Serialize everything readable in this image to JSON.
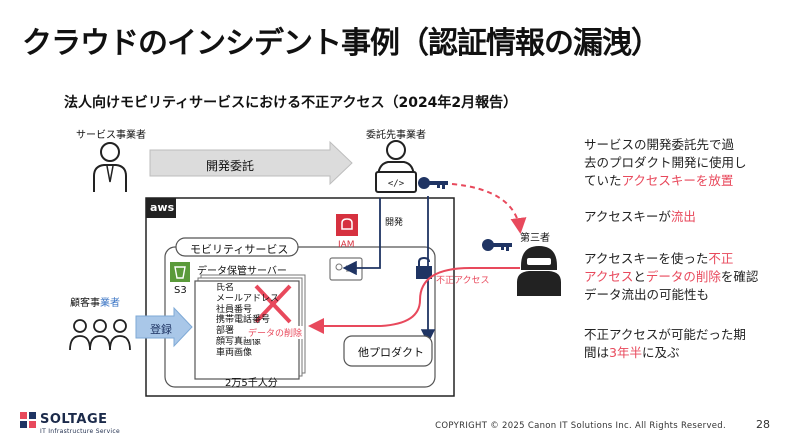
{
  "slide": {
    "title": "クラウドのインシデント事例（認証情報の漏洩）",
    "subtitle": "法人向けモビリティサービスにおける不正アクセス（2024年2月報告）",
    "page_number": "28",
    "copyright": "COPYRIGHT © 2025 Canon IT Solutions Inc. All Rights Reserved."
  },
  "logo": {
    "name": "SOLTAGE",
    "tagline": "IT Infrastructure Service"
  },
  "diagram": {
    "service_provider": "サービス事業者",
    "contractor": "委託先事業者",
    "dev_outsourcing": "開発委託",
    "third_party": "第三者",
    "customer_prefix": "顧客事",
    "customer_suffix": "業者",
    "register": "登録",
    "aws": "aws",
    "mobility_service": "モビリティサービス",
    "s3": "S3",
    "data_server": "データ保管サーバー",
    "iam": "IAM",
    "dev": "開発",
    "unauthorized_access": "不正アクセス",
    "other_product": "他プロダクト",
    "data_items": [
      "氏名",
      "メールアドレス",
      "社員番号",
      "携帯電話番号",
      "部署",
      "顔写真画像",
      "車両画像"
    ],
    "data_deletion": "データの削除",
    "record_count": "2万5千人分"
  },
  "bullets": [
    {
      "parts": [
        {
          "t": "サービスの開発委託先で過",
          "h": false
        },
        {
          "t": "\n",
          "h": false
        },
        {
          "t": "去のプロダクト開発に使用し",
          "h": false
        },
        {
          "t": "\n",
          "h": false
        },
        {
          "t": "ていた",
          "h": false
        },
        {
          "t": "アクセスキーを放置",
          "h": true
        }
      ]
    },
    {
      "parts": [
        {
          "t": "アクセスキーが",
          "h": false
        },
        {
          "t": "流出",
          "h": true
        }
      ]
    },
    {
      "parts": [
        {
          "t": "アクセスキーを使った",
          "h": false
        },
        {
          "t": "不正",
          "h": true
        },
        {
          "t": "\n",
          "h": false
        },
        {
          "t": "アクセス",
          "h": true
        },
        {
          "t": "と",
          "h": false
        },
        {
          "t": "データの削除",
          "h": true
        },
        {
          "t": "を確認",
          "h": false
        },
        {
          "t": "\n",
          "h": false
        },
        {
          "t": "データ流出の可能性も",
          "h": false
        }
      ]
    },
    {
      "parts": [
        {
          "t": "不正アクセスが可能だった期",
          "h": false
        },
        {
          "t": "\n",
          "h": false
        },
        {
          "t": "間は",
          "h": false
        },
        {
          "t": "3年半",
          "h": true
        },
        {
          "t": "に及ぶ",
          "h": false
        }
      ]
    }
  ],
  "colors": {
    "accent_red": "#e8495c",
    "navy": "#1f3463",
    "gray_arrow": "#dcdcdc",
    "blue_arrow": "#a9c7e8",
    "s3_green": "#5a9a3a",
    "iam_red": "#d6313f"
  }
}
